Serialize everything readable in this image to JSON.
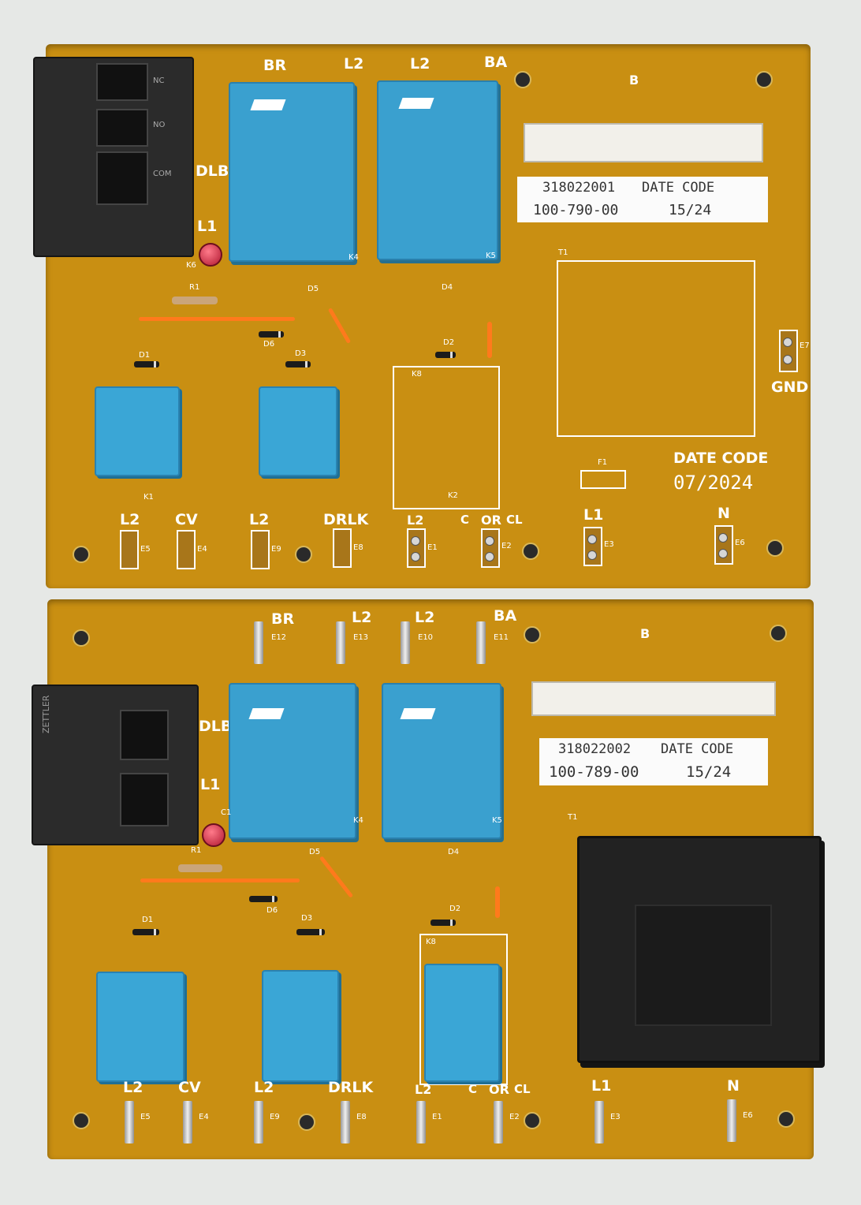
{
  "board1": {
    "top_terminals": [
      "BR",
      "L2",
      "L2",
      "BA"
    ],
    "connector_label": "B",
    "sticker": {
      "part": "318022001",
      "date_code_label": "DATE CODE",
      "model": "100-790-00",
      "date": "15/24"
    },
    "silk": {
      "dlb": "DLB",
      "l1": "L1",
      "gnd": "GND",
      "date_code_label": "DATE CODE",
      "date_code_value": "07/2024"
    },
    "relay_contacts": [
      "NC",
      "NO",
      "COM"
    ],
    "refs": {
      "k4": "K4",
      "k5": "K5",
      "k1": "K1",
      "k2": "K2",
      "k6": "K6",
      "k8": "K8",
      "t1": "T1",
      "f1": "F1",
      "r1": "R1",
      "d1": "D1",
      "d2": "D2",
      "d3": "D3",
      "d4": "D4",
      "d5": "D5",
      "d6": "D6",
      "e7": "E7"
    },
    "bottom_labels": [
      "L2",
      "CV",
      "L2",
      "DRLK",
      "L2",
      "C",
      "OR",
      "CL",
      "L1",
      "N"
    ],
    "bottom_refs": [
      "E5",
      "E4",
      "E9",
      "E8",
      "E1",
      "E2",
      "E3",
      "E6"
    ]
  },
  "board2": {
    "top_terminals": [
      "BR",
      "L2",
      "L2",
      "BA"
    ],
    "top_refs": [
      "E12",
      "E13",
      "E10",
      "E11"
    ],
    "connector_label": "B",
    "sticker": {
      "part": "318022002",
      "date_code_label": "DATE CODE",
      "model": "100-789-00",
      "date": "15/24"
    },
    "silk": {
      "dlb": "DLB",
      "l1": "L1"
    },
    "black_relay_brand": "ZETTLER",
    "refs": {
      "k4": "K4",
      "k5": "K5",
      "k8": "K8",
      "t1": "T1",
      "c1": "C1",
      "r1": "R1",
      "d1": "D1",
      "d2": "D2",
      "d3": "D3",
      "d4": "D4",
      "d5": "D5",
      "d6": "D6"
    },
    "bottom_labels": [
      "L2",
      "CV",
      "L2",
      "DRLK",
      "L2",
      "C",
      "OR",
      "CL",
      "L1",
      "N"
    ],
    "bottom_refs": [
      "E5",
      "E4",
      "E9",
      "E8",
      "E1",
      "E2",
      "E3",
      "E6"
    ]
  },
  "colors": {
    "pcb": "#c98f12",
    "relay_blue": "#3aa0cf",
    "silkscreen": "#ffffff",
    "trace": "#ff7a1c"
  }
}
